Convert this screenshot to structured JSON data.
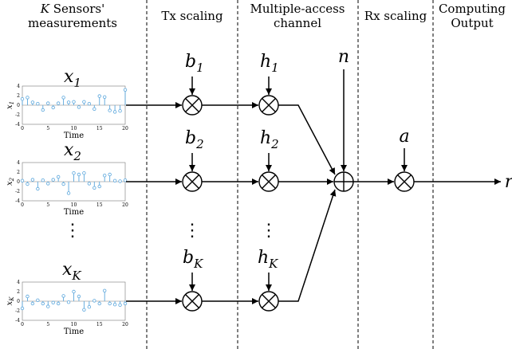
{
  "headers": {
    "sensors_line1": "K Sensors'",
    "sensors_line2": "measurements",
    "tx": "Tx scaling",
    "mac_line1": "Multiple-access",
    "mac_line2": "channel",
    "rx": "Rx scaling",
    "out_line1": "Computing",
    "out_line2": "Output"
  },
  "symbols": {
    "x": "x",
    "b": "b",
    "h": "h",
    "noise": "n",
    "rx_gain": "a",
    "output": "r",
    "sub1": "1",
    "sub2": "2",
    "subK": "K",
    "vdots": "⋮"
  },
  "plots": {
    "xlabel": "Time",
    "ylabel_1": "x",
    "ylabel_2": "x",
    "ylabel_K": "x",
    "yticks": [
      "4",
      "2",
      "0",
      "-2",
      "-4"
    ],
    "xticks": [
      "0",
      "5",
      "10",
      "15",
      "20"
    ],
    "stem_color": "#5aa6dc",
    "series": [
      {
        "name": "x1",
        "values": [
          1.3,
          1.6,
          0.6,
          0.3,
          -1.0,
          0.4,
          -0.5,
          0.4,
          1.6,
          0.6,
          0.7,
          -0.4,
          0.7,
          0.3,
          -0.8,
          1.9,
          1.7,
          -1.1,
          -1.4,
          -1.2,
          3.2
        ]
      },
      {
        "name": "x2",
        "values": [
          0.2,
          -0.5,
          0.4,
          -1.5,
          0.3,
          -0.4,
          0.4,
          1.0,
          -0.5,
          -2.4,
          1.8,
          1.5,
          1.8,
          -0.4,
          -1.3,
          -1.0,
          1.3,
          1.5,
          0.2,
          0.1,
          0.3
        ]
      },
      {
        "name": "xK",
        "values": [
          -1.5,
          1.0,
          -0.5,
          0.2,
          -0.5,
          -1.1,
          -0.3,
          -0.5,
          1.1,
          -0.2,
          2.0,
          1.0,
          -1.8,
          -1.2,
          0.1,
          -0.5,
          2.2,
          -0.5,
          -0.7,
          -0.8,
          -0.5
        ]
      }
    ]
  }
}
